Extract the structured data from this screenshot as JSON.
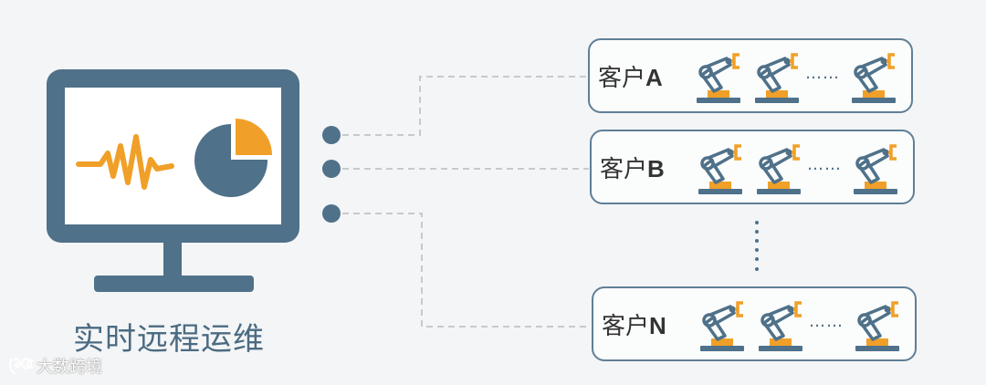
{
  "caption": "实时远程运维",
  "customers": [
    {
      "prefix": "客户",
      "id": "A"
    },
    {
      "prefix": "客户",
      "id": "B"
    },
    {
      "prefix": "客户",
      "id": "N"
    }
  ],
  "robot_ellipsis": "……",
  "watermark": "大数跨境",
  "icons": {
    "monitor": "monitor-icon",
    "waveform": "waveform-icon",
    "pie": "pie-chart-icon",
    "robot": "robot-arm-icon"
  },
  "colors": {
    "primary": "#4f7189",
    "accent": "#f0a028",
    "connector": "#c7c9cb",
    "box_border": "#5f7f96"
  }
}
